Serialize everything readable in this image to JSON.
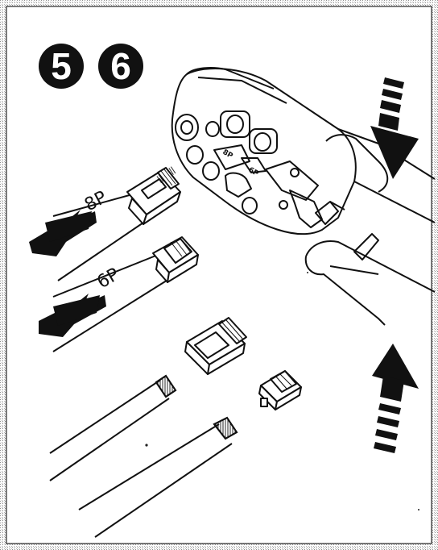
{
  "steps": [
    "5",
    "6"
  ],
  "labels": {
    "cable_top": "8P",
    "cable_mid": "6P",
    "tool_slot_large": "8P",
    "tool_slot_small": "6P"
  },
  "colors": {
    "ink": "#111111",
    "paper": "#ffffff",
    "border_hatch": "#9a9a9a"
  },
  "icons": [
    "arrow-right-icon",
    "arrow-down-icon",
    "arrow-up-icon",
    "crimping-tool",
    "rj45-plug",
    "rj11-plug"
  ]
}
